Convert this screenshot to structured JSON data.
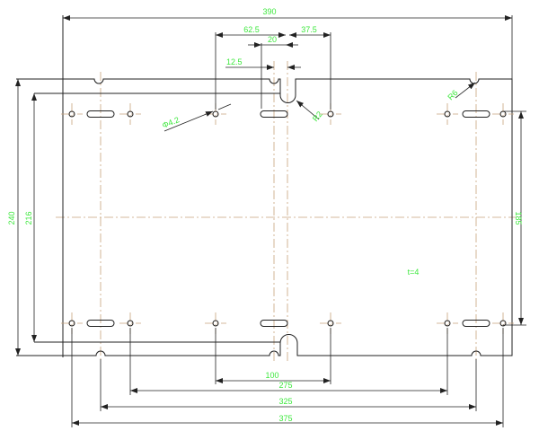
{
  "drawing": {
    "colors": {
      "outline": "#222222",
      "centerline": "#c8a27c",
      "dimension_text": "#3ee83e"
    },
    "dimensions": {
      "overall_width": "390",
      "d62_5": "62.5",
      "d37_5": "37.5",
      "d20": "20",
      "d12_5": "12.5",
      "hole_dia": "Φ4.2",
      "slot_radius": "R2",
      "notch_radius": "R6",
      "height_240": "240",
      "height_216": "216",
      "height_185": "185",
      "thickness": "t=4",
      "d100": "100",
      "d275": "275",
      "d325": "325",
      "d375": "375"
    }
  }
}
